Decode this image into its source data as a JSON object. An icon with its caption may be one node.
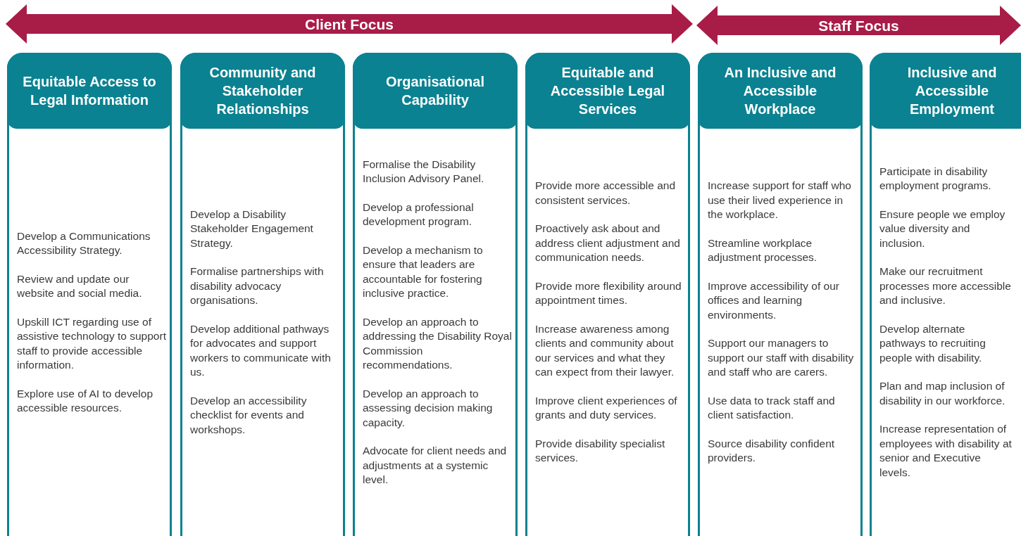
{
  "diagram": {
    "nodes": [
      {
        "text": [
          "Client Focus"
        ]
      },
      {
        "text": [
          "Staff Focus"
        ]
      },
      {
        "text": [
          "Equitable Access to Legal Information",
          "Develop a Communications Accessibility Strategy.",
          "Review and update our website and social media.",
          "Upskill ICT regarding use of assistive technology to support staff to provide accessible information.",
          "Explore use of AI to develop accessible resources."
        ]
      },
      {
        "text": [
          "Community and Stakeholder Relationships",
          "Develop a Disability Stakeholder Engagement Strategy.",
          "Formalise partnerships with disability advocacy organisations.",
          "Develop additional pathways for advocates and support workers to communicate with us.",
          "Develop an accessibility checklist for events and workshops."
        ]
      },
      {
        "text": [
          "Organisational Capability",
          "Formalise the Disability Inclusion Advisory Panel.",
          "Develop a professional development program.",
          "Develop a mechanism to ensure that leaders are accountable for fostering inclusive practice.",
          "Develop an approach to addressing the Disability Royal Commission recommendations.",
          "Develop an approach to assessing decision making capacity.",
          "Advocate for client needs and adjustments at a systemic level."
        ]
      },
      {
        "text": [
          "Equitable and Accessible Legal Services",
          "Provide more accessible and consistent services.",
          "Proactively ask about and address client adjustment and communication needs.",
          "Provide more flexibility around  appointment times.",
          "Increase awareness among clients and community about our services and what they can expect from their lawyer.",
          "Improve client experiences of grants and duty services.",
          "Provide disability specialist services."
        ]
      },
      {
        "text": [
          "An Inclusive and Accessible Workplace",
          "Increase support for staff who use their lived experience in the workplace.",
          "Streamline workplace adjustment processes.",
          "Improve accessibility of our offices and learning environments.",
          "Support our managers to support our staff with disability and staff who are carers.",
          "Use data to track staff and client satisfaction.",
          "Source disability confident providers."
        ]
      },
      {
        "text": [
          "Inclusive and Accessible Employment",
          "Participate in disability employment programs.",
          "Ensure people we employ value diversity and inclusion.",
          "Make our recruitment processes more accessible and inclusive.",
          "Develop alternate pathways to recruiting people with disability.",
          "Plan and map inclusion of disability in our workforce.",
          "Increase representation of employees with disability at senior and Executive levels."
        ]
      }
    ]
  }
}
